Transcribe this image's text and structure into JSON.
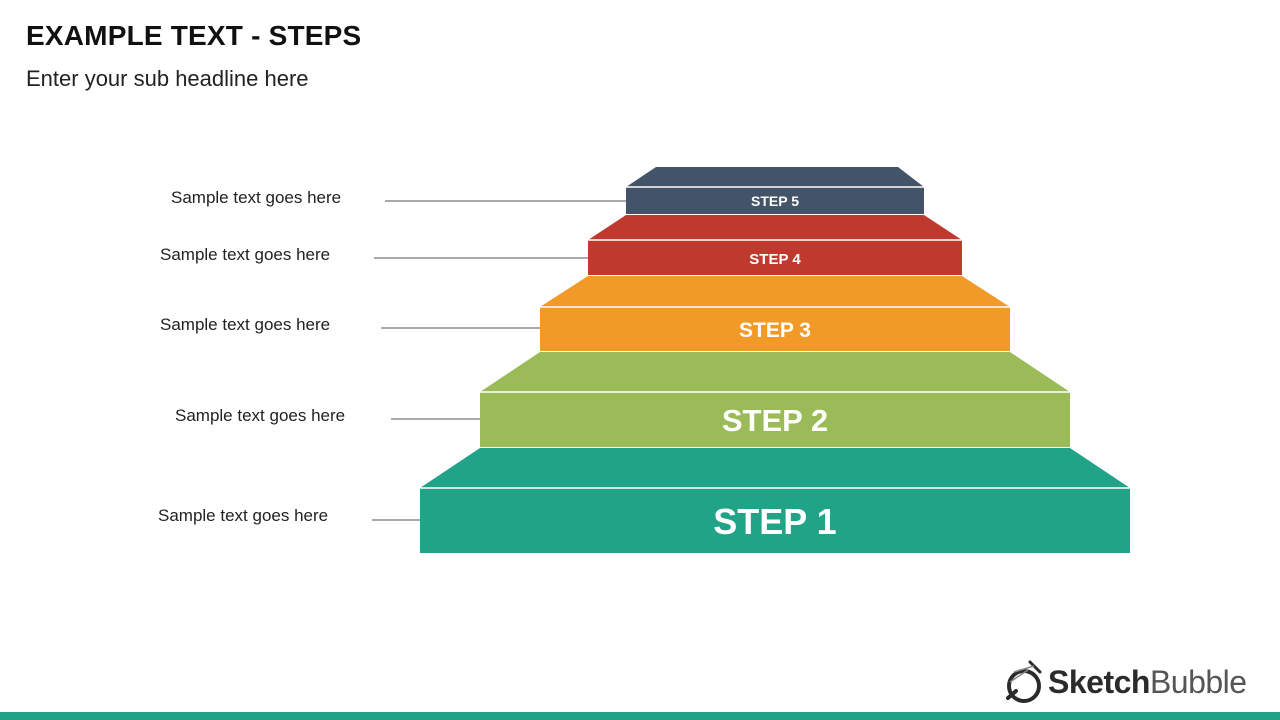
{
  "header": {
    "title": "EXAMPLE TEXT - STEPS",
    "subtitle": "Enter your sub headline here"
  },
  "steps": [
    {
      "label": "STEP 1",
      "text": "Sample text goes here",
      "color": "#20a387"
    },
    {
      "label": "STEP 2",
      "text": "Sample text goes here",
      "color": "#9bbb59"
    },
    {
      "label": "STEP 3",
      "text": "Sample text goes here",
      "color": "#f19a28"
    },
    {
      "label": "STEP 4",
      "text": "Sample text goes here",
      "color": "#c0392f"
    },
    {
      "label": "STEP 5",
      "text": "Sample text goes here",
      "color": "#435468"
    }
  ],
  "logo": {
    "text_part1": "Sketch",
    "text_part2": "Bubble",
    "icon": "sketchbubble-logo-icon"
  },
  "colors": {
    "bottom_bar": "#1fa287",
    "connector_line": "#555555"
  }
}
